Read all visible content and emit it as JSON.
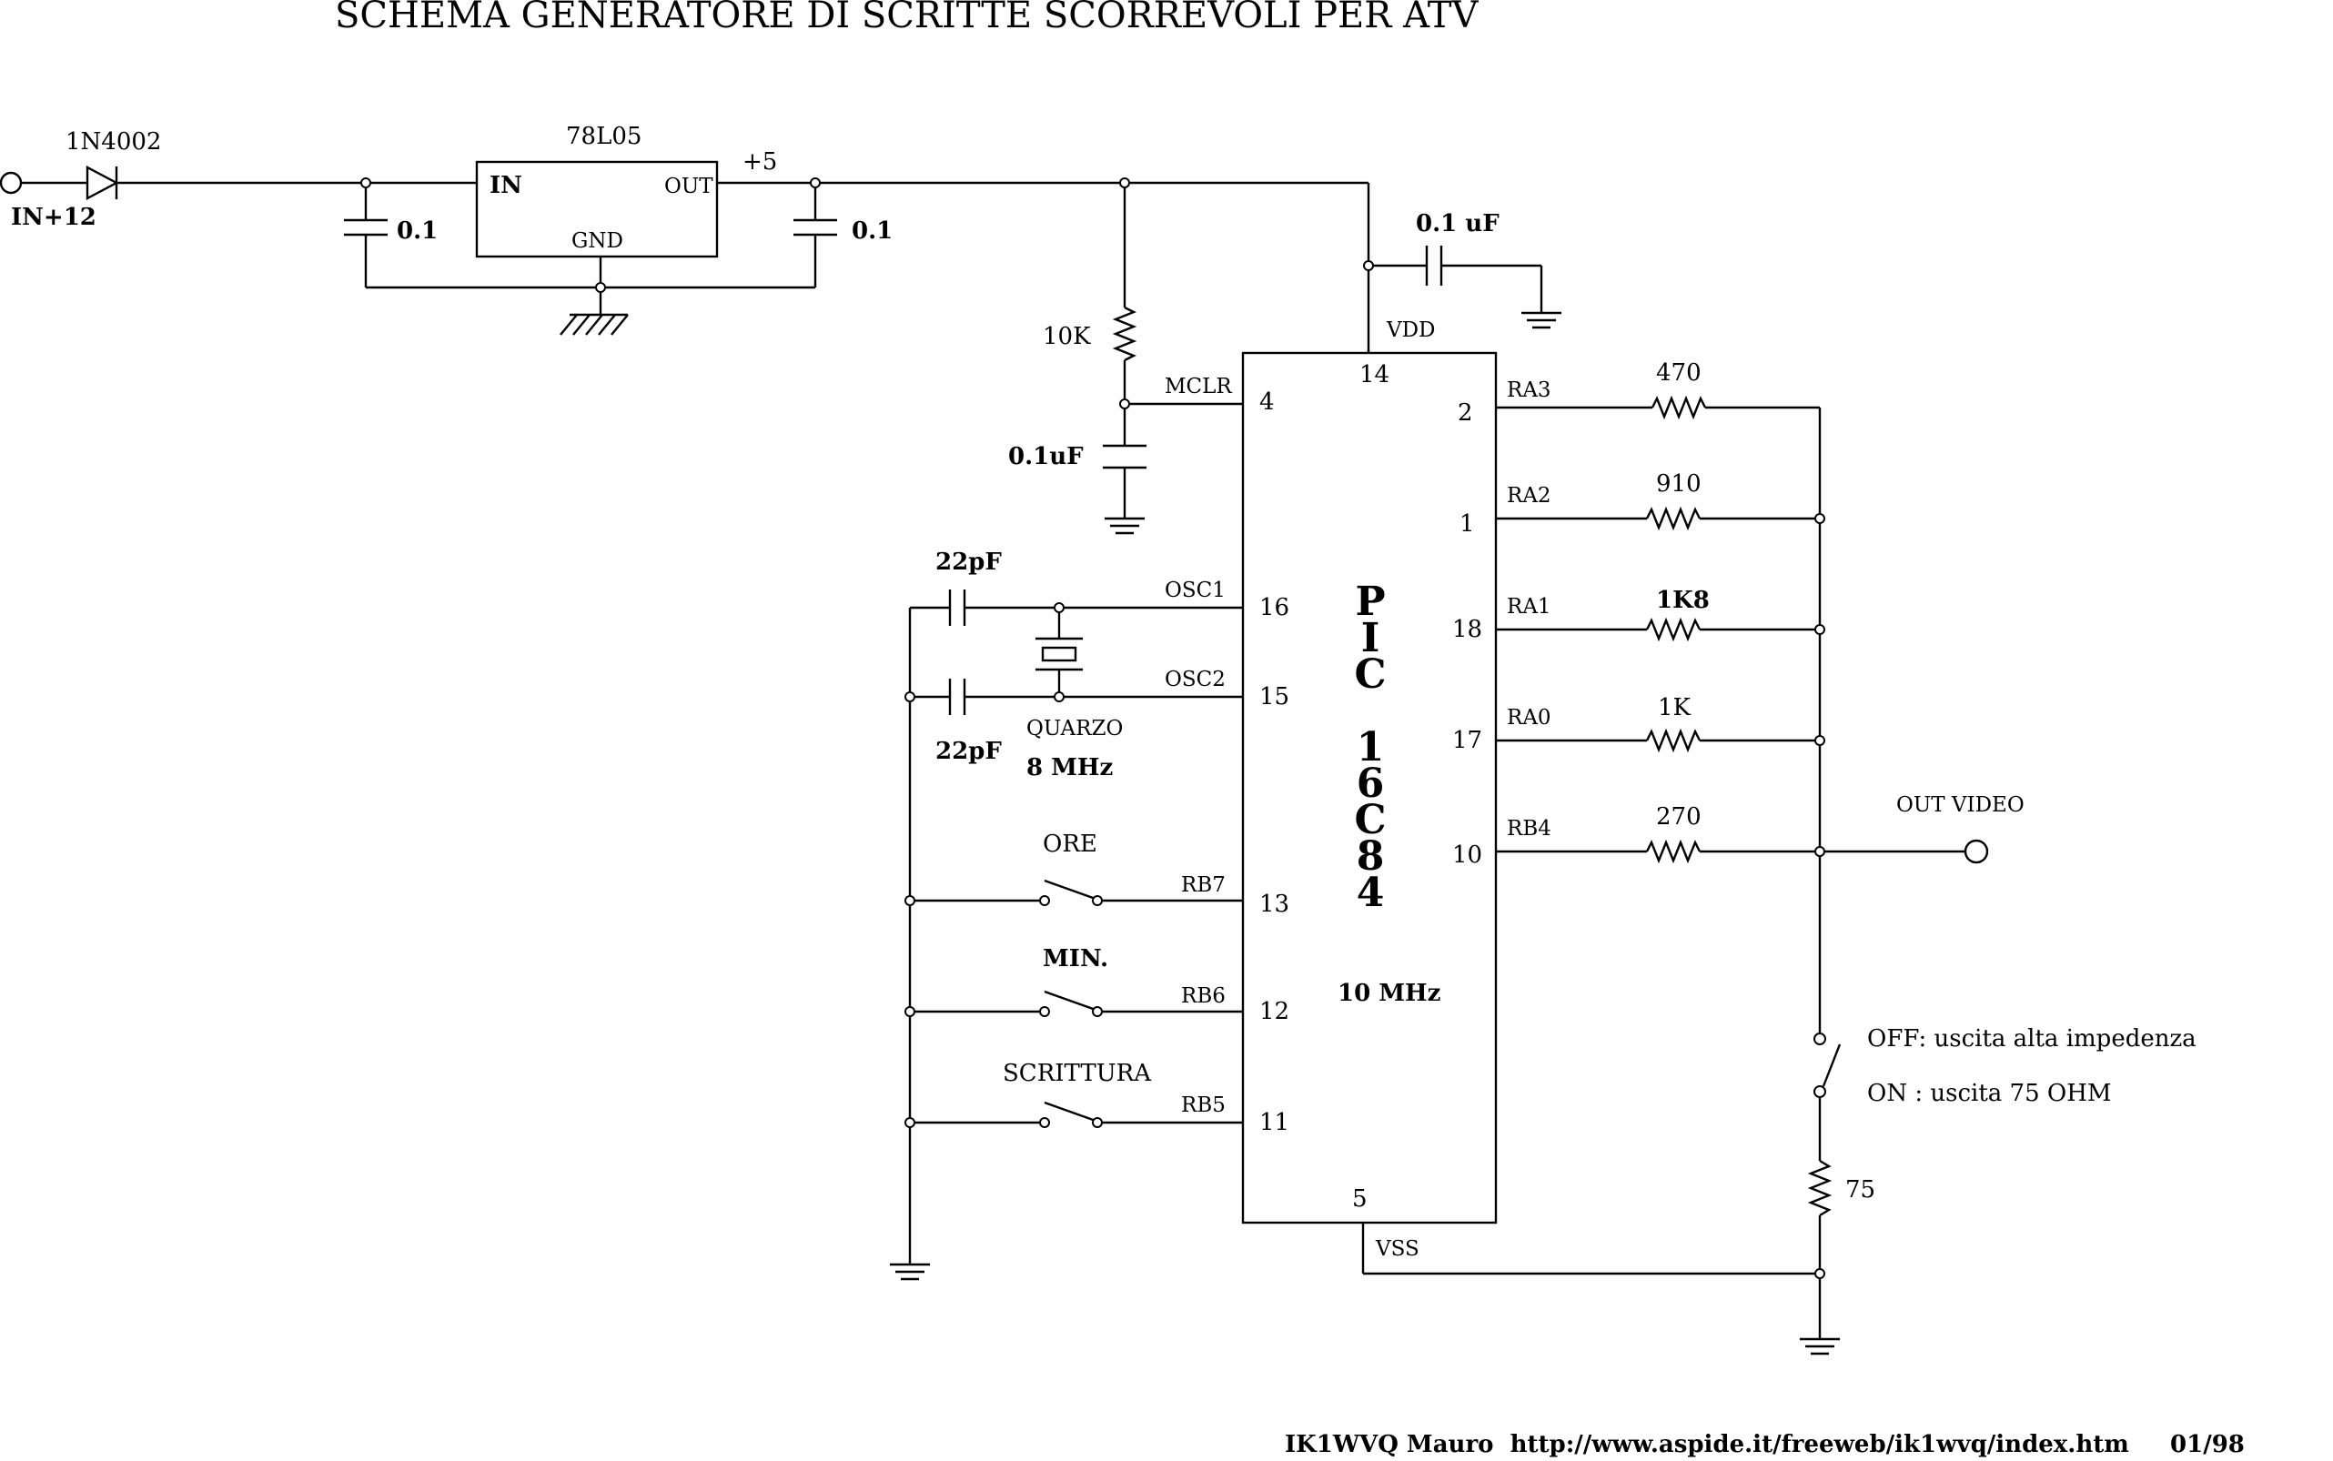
{
  "title": "SCHEMA GENERATORE DI SCRITTE SCORREVOLI PER ATV",
  "footer": "IK1WVQ Mauro  http://www.aspide.it/freeweb/ik1wvq/index.htm     01/98",
  "power": {
    "input_label": "IN+12",
    "diode_label": "1N4002",
    "regulator": {
      "name": "78L05",
      "in_label": "IN",
      "out_label": "OUT",
      "gnd_label": "GND"
    },
    "rail_label": "+5",
    "cap_in_label": "0.1",
    "cap_out_label": "0.1",
    "cap_vdd_label": "0.1 uF"
  },
  "reset": {
    "resistor_label": "10K",
    "cap_label": "0.1uF"
  },
  "oscillator": {
    "cap1_label": "22pF",
    "cap2_label": "22pF",
    "crystal_label": "QUARZO",
    "crystal_freq": "8 MHz"
  },
  "ic": {
    "name_letters": [
      "P",
      "I",
      "C",
      "",
      "1",
      "6",
      "C",
      "8",
      "4"
    ],
    "clock_label": "10 MHz",
    "vdd_label": "VDD",
    "vdd_pin": "14",
    "vss_label": "VSS",
    "vss_pin": "5",
    "mclr_label": "MCLR",
    "mclr_pin": "4",
    "osc1_label": "OSC1",
    "osc1_pin": "16",
    "osc2_label": "OSC2",
    "osc2_pin": "15",
    "left_pins": [
      {
        "signal": "RB7",
        "pin": "13",
        "switch_label": "ORE"
      },
      {
        "signal": "RB6",
        "pin": "12",
        "switch_label": "MIN."
      },
      {
        "signal": "RB5",
        "pin": "11",
        "switch_label": "SCRITTURA"
      }
    ],
    "right_pins": [
      {
        "signal": "RA3",
        "pin": "2",
        "resistor": "470"
      },
      {
        "signal": "RA2",
        "pin": "1",
        "resistor": "910"
      },
      {
        "signal": "RA1",
        "pin": "18",
        "resistor": "1K8"
      },
      {
        "signal": "RA0",
        "pin": "17",
        "resistor": "1K"
      },
      {
        "signal": "RB4",
        "pin": "10",
        "resistor": "270"
      }
    ]
  },
  "output": {
    "label": "OUT VIDEO",
    "switch_off": "OFF: uscita alta impedenza",
    "switch_on": "ON : uscita 75 OHM",
    "resistor_label": "75"
  }
}
